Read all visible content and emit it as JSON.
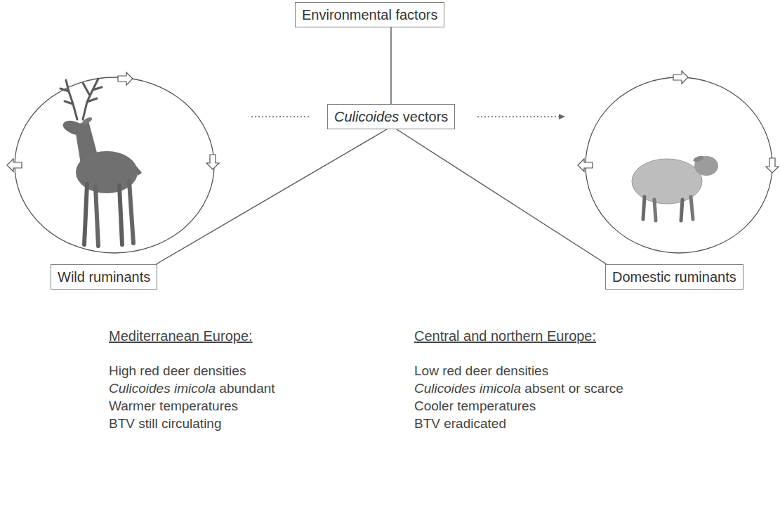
{
  "diagram": {
    "nodes": [
      {
        "text": [
          "Environmental factors"
        ]
      },
      {
        "text": [
          "Culicoides vectors"
        ]
      },
      {
        "text": [
          "Wild ruminants"
        ]
      },
      {
        "text": [
          "Domestic ruminants"
        ]
      }
    ],
    "edges": [
      {
        "from": 0,
        "to": 1,
        "arrow": "none"
      },
      {
        "from": 1,
        "to": 2,
        "arrow": "none"
      },
      {
        "from": 1,
        "to": 3,
        "arrow": "none"
      }
    ],
    "labels": [
      "Mediterranean Europe:",
      "High red deer densities",
      "Culicoides imicola abundant",
      "Warmer temperatures",
      "BTV still circulating",
      "Central and northern Europe:",
      "Low red deer densities",
      "Culicoides imicola absent or scarce",
      "Cooler temperatures",
      "BTV eradicated"
    ]
  }
}
